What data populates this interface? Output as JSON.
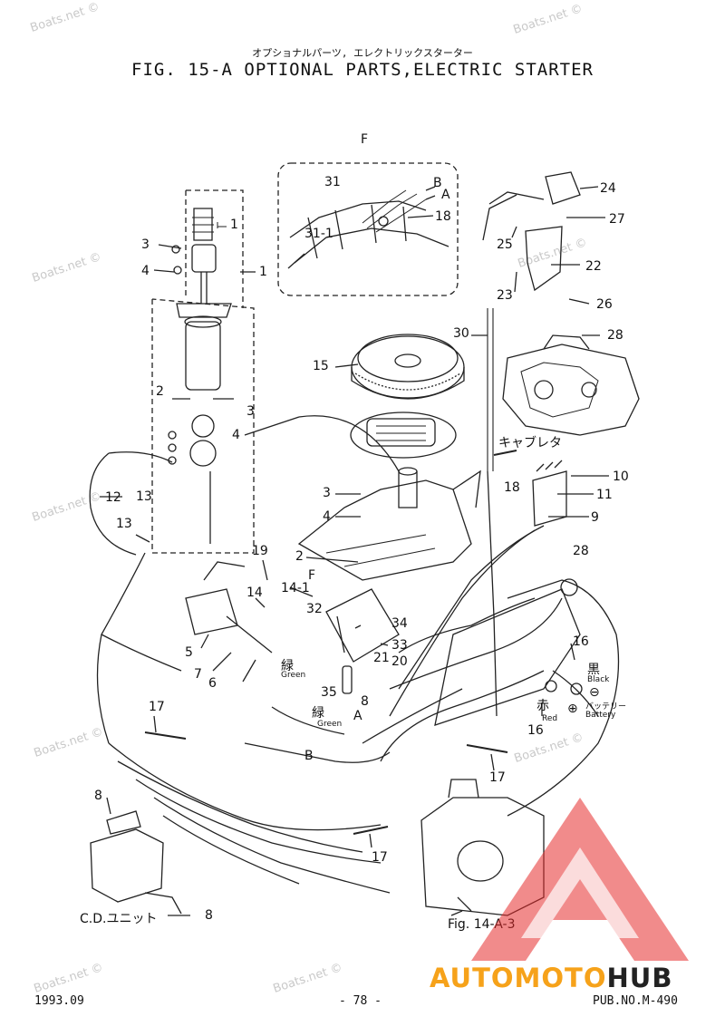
{
  "title_jp": "オプショナルパーツ, エレクトリックスターター",
  "title": "FIG. 15-A OPTIONAL PARTS,ELECTRIC STARTER",
  "watermark": "Boats.net ©",
  "footer": {
    "date": "1993.09",
    "page": "- 78 -",
    "pub": "PUB.NO.M-490"
  },
  "brand": {
    "part1": "AUTO",
    "part2": "MOTO",
    "part3": "HUB"
  },
  "labels": {
    "F_top": "F",
    "B_top": "B",
    "A_top": "A",
    "n31": "31",
    "n31_1": "31-1",
    "n18a": "18",
    "n24": "24",
    "n27": "27",
    "n25": "25",
    "n22": "22",
    "n23": "23",
    "n26": "26",
    "n28a": "28",
    "n30": "30",
    "n1a": "1",
    "n1b": "1",
    "n3a": "3",
    "n4a": "4",
    "n15": "15",
    "n2a": "2",
    "n3b": "3",
    "n4b": "4",
    "carb": "キャブレタ",
    "n10": "10",
    "n11": "11",
    "n18b": "18",
    "n9": "9",
    "n12": "12",
    "n13a": "13",
    "n13b": "13",
    "n3c": "3",
    "n4c": "4",
    "n2b": "2",
    "n28b": "28",
    "n19": "19",
    "n14": "14",
    "n14_1": "14-1",
    "F_mid": "F",
    "n32": "32",
    "n34": "34",
    "n33": "33",
    "n21": "21",
    "n20": "20",
    "n16a": "16",
    "black_jp": "黒",
    "black": "Black",
    "minus": "⊖",
    "red_jp": "赤",
    "red": "Red",
    "plus": "⊕",
    "battery_jp": "バッテリー",
    "battery": "Battery",
    "n16b": "16",
    "n5": "5",
    "n7": "7",
    "n6": "6",
    "green_jp1": "緑",
    "green1": "Green",
    "green_jp2": "緑",
    "green2": "Green",
    "n35": "35",
    "n8a": "8",
    "A_mid": "A",
    "B_mid": "B",
    "n17a": "17",
    "n17b": "17",
    "n17c": "17",
    "n8b": "8",
    "n8c": "8",
    "cd_unit": "C.D.ユニット",
    "fig_ref": "Fig. 14-A-3"
  }
}
